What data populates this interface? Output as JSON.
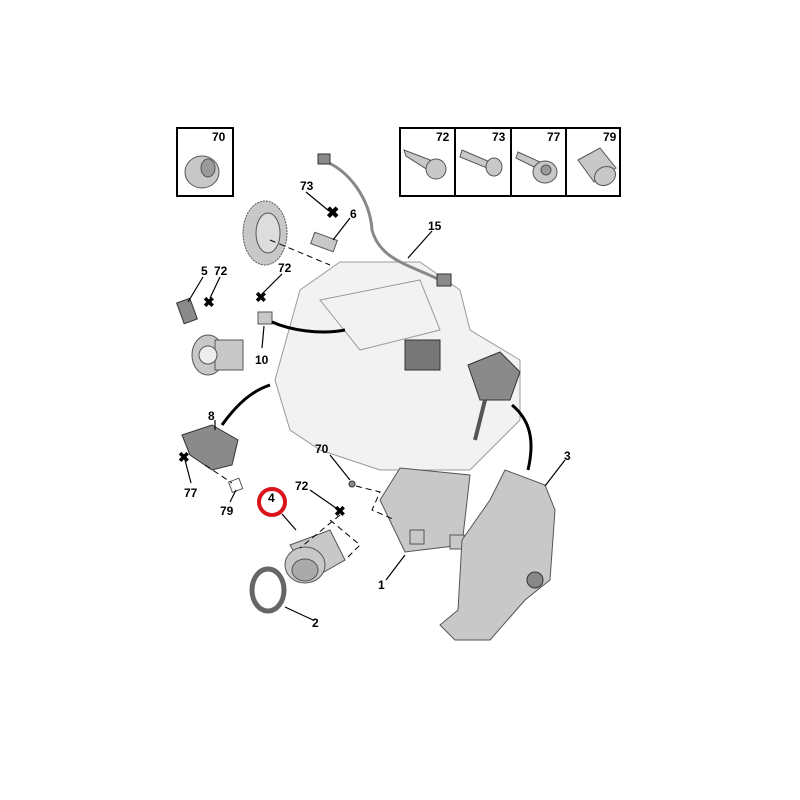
{
  "diagram": {
    "hardware_boxes": [
      {
        "ref": "70",
        "part": "flange-nut"
      },
      {
        "ref": "72",
        "part": "screw"
      },
      {
        "ref": "73",
        "part": "bolt"
      },
      {
        "ref": "77",
        "part": "screw-with-washer"
      },
      {
        "ref": "79",
        "part": "sleeve"
      }
    ],
    "callouts": {
      "c73": "73",
      "c6": "6",
      "c15": "15",
      "c5": "5",
      "c72a": "72",
      "c72b": "72",
      "c10": "10",
      "c8": "8",
      "c77": "77",
      "c79": "79",
      "c4": "4",
      "c70": "70",
      "c72c": "72",
      "c3": "3",
      "c1": "1",
      "c2": "2"
    },
    "highlighted_ref": "4",
    "highlight_color": "#d9151b"
  }
}
